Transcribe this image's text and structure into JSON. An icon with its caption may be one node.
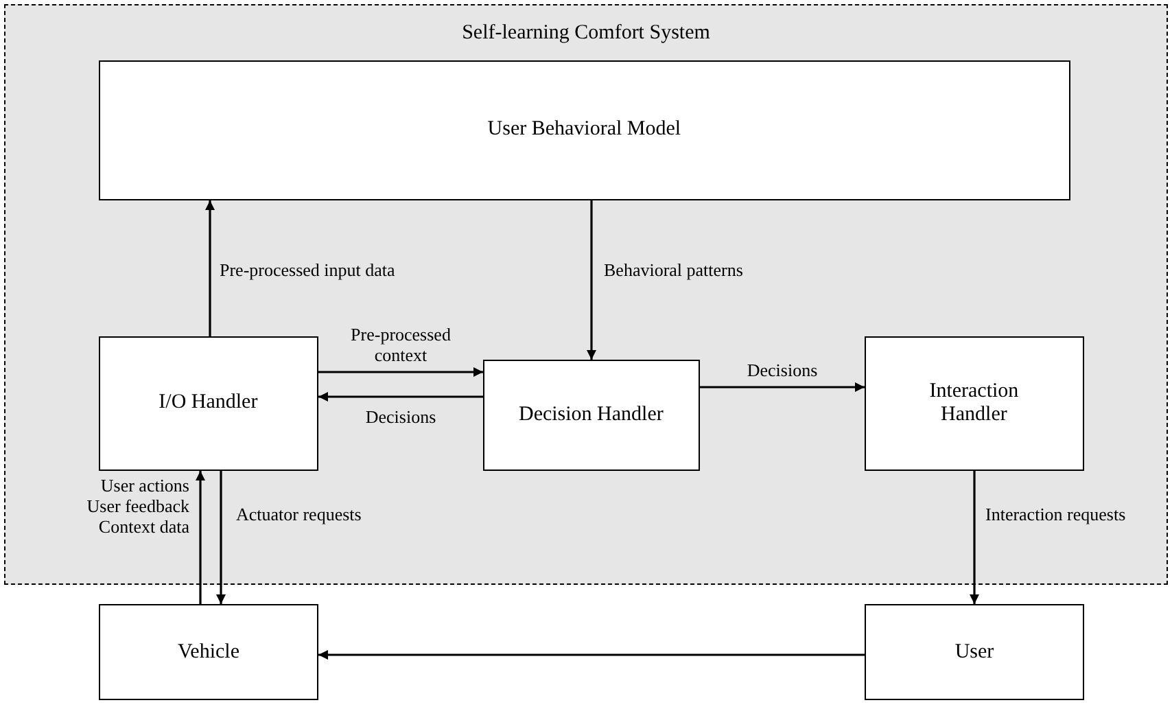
{
  "diagram": {
    "nodes": [
      {
        "text": [
          "Self-learning Comfort System"
        ]
      },
      {
        "text": [
          "User Behavioral Model"
        ],
        "in": 0
      },
      {
        "text": [
          "I/O Handler"
        ],
        "in": 0
      },
      {
        "text": [
          "Decision Handler"
        ],
        "in": 0
      },
      {
        "text": [
          "Interaction Handler"
        ],
        "in": 0
      },
      {
        "text": [
          "Vehicle"
        ]
      },
      {
        "text": [
          "User"
        ]
      }
    ],
    "edges": [
      {
        "from": 2,
        "to": 1,
        "arrow": "to",
        "label": "Pre-processed input data"
      },
      {
        "from": 1,
        "to": 3,
        "arrow": "to",
        "label": "Behavioral patterns"
      },
      {
        "from": 2,
        "to": 3,
        "arrow": "to",
        "label": "Pre-processed context"
      },
      {
        "from": 3,
        "to": 2,
        "arrow": "to",
        "label": "Decisions"
      },
      {
        "from": 3,
        "to": 4,
        "arrow": "to",
        "label": "Decisions"
      },
      {
        "from": 5,
        "to": 2,
        "arrow": "to",
        "label": "User actions User feedback Context data"
      },
      {
        "from": 2,
        "to": 5,
        "arrow": "to",
        "label": "Actuator requests"
      },
      {
        "from": 4,
        "to": 6,
        "arrow": "to",
        "label": "Interaction requests"
      },
      {
        "from": 6,
        "to": 5,
        "arrow": "to"
      }
    ]
  }
}
